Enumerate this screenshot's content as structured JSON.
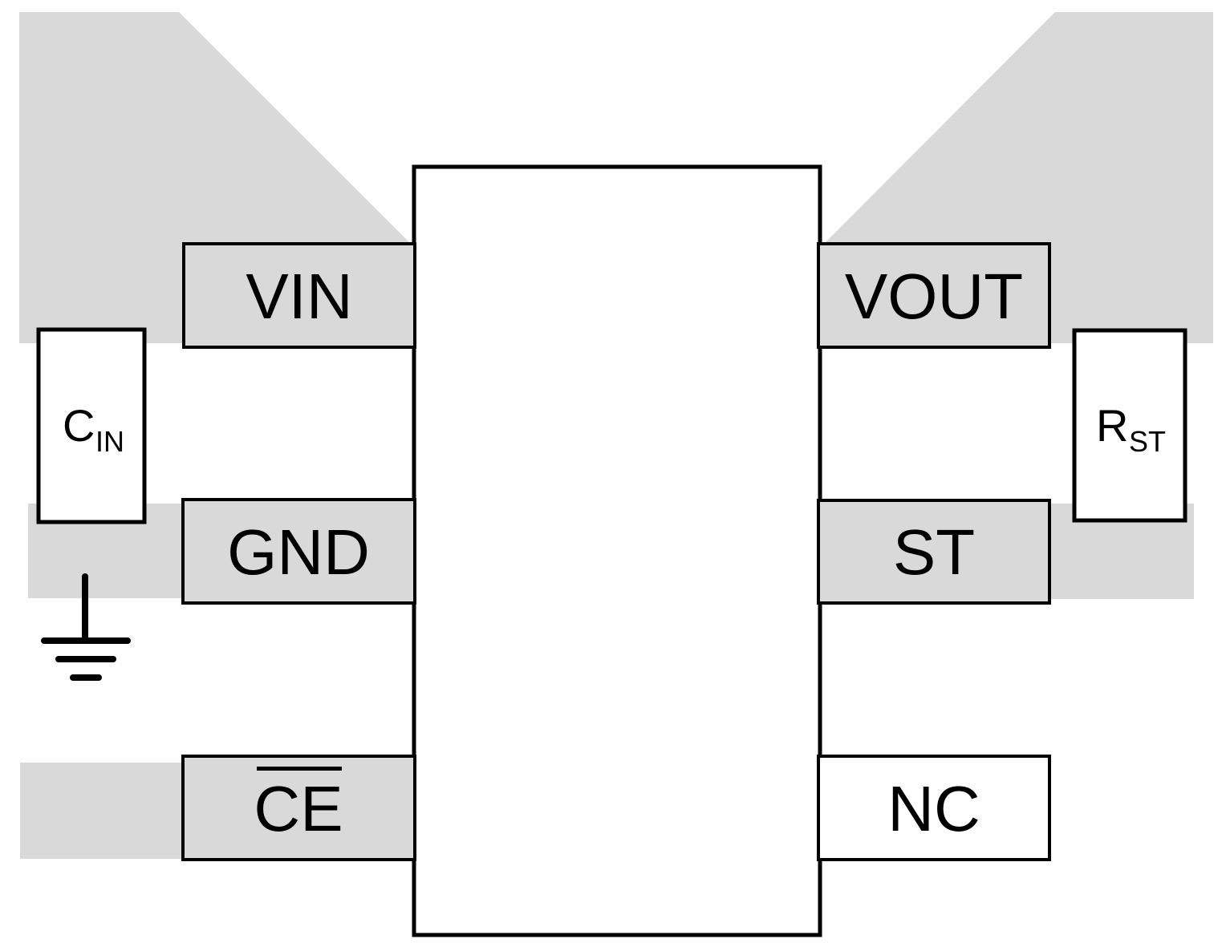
{
  "colors": {
    "background": "#ffffff",
    "copper_gray": "#d9d9d9",
    "outline_black": "#000000"
  },
  "pins": {
    "vin": "VIN",
    "vout": "VOUT",
    "gnd": "GND",
    "st": "ST",
    "ce": "CE",
    "nc": "NC"
  },
  "components": {
    "cin": {
      "main": "C",
      "sub": "IN"
    },
    "rst": {
      "main": "R",
      "sub": "ST"
    }
  }
}
